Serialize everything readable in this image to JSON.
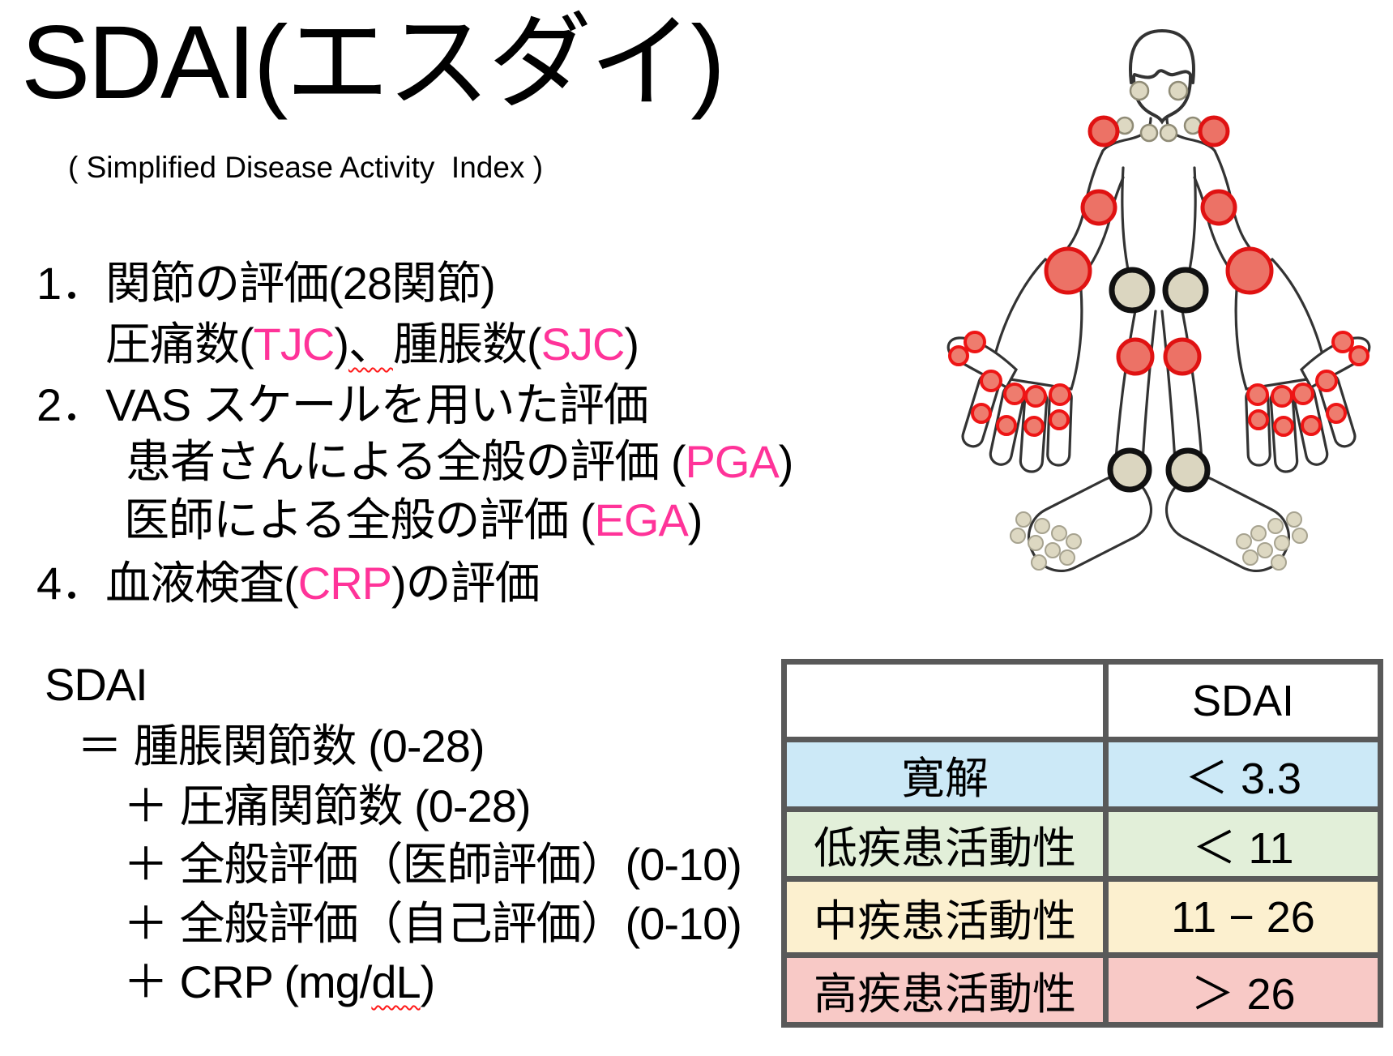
{
  "slide": {
    "title": "SDAI(エスダイ)",
    "subtitle": "( Simplified Disease Activity  Index )"
  },
  "list": {
    "item1": {
      "text": "1．関節の評価(28関節)"
    },
    "item2": {
      "pre": "圧痛数(",
      "tjc": "TJC",
      "mid": ")",
      "comma": "、",
      "mid2": "腫脹数(",
      "sjc": "SJC",
      "post": ")"
    },
    "item3": {
      "text": "2．VAS スケールを用いた評価"
    },
    "item4": {
      "pre": "患者さんによる全般の評価 (",
      "pga": "PGA",
      "post": ")"
    },
    "item5": {
      "pre": "医師による全般の評価 (",
      "ega": "EGA",
      "post": ")"
    },
    "item6": {
      "pre": "4．血液検査(",
      "crp": "CRP",
      "post": ")の評価"
    }
  },
  "formula": {
    "line0": "SDAI",
    "line1": "＝ 腫脹関節数 (0-28)",
    "line2": "＋ 圧痛関節数 (0-28)",
    "line3": "＋ 全般評価（医師評価）(0-10)",
    "line4": "＋ 全般評価（自己評価）(0-10)",
    "line5_pre": "＋ CRP (mg/",
    "line5_unit": "dL",
    "line5_post": ")"
  },
  "table": {
    "header": "SDAI",
    "rows": [
      {
        "label": "寛解",
        "value": "＜ 3.3"
      },
      {
        "label": "低疾患活動性",
        "value": "＜ 11"
      },
      {
        "label": "中疾患活動性",
        "value": "11 − 26"
      },
      {
        "label": "高疾患活動性",
        "value": "＞ 26"
      }
    ]
  },
  "colors": {
    "accent_pink": "#ff3399",
    "table_border": "#595959",
    "row_remission": "#cce9f7",
    "row_low_activity": "#e2efd9",
    "row_moderate_activity": "#fcf0cf",
    "row_high_activity": "#f8c9c6",
    "joint_red_fill": "#ec7266",
    "joint_red_stroke": "#e01212",
    "joint_beige_fill": "#dbd6c0",
    "joint_beige_stroke_small": "#8f8b76",
    "joint_beige_stroke_large": "#111111",
    "figure_outline": "#333333"
  }
}
